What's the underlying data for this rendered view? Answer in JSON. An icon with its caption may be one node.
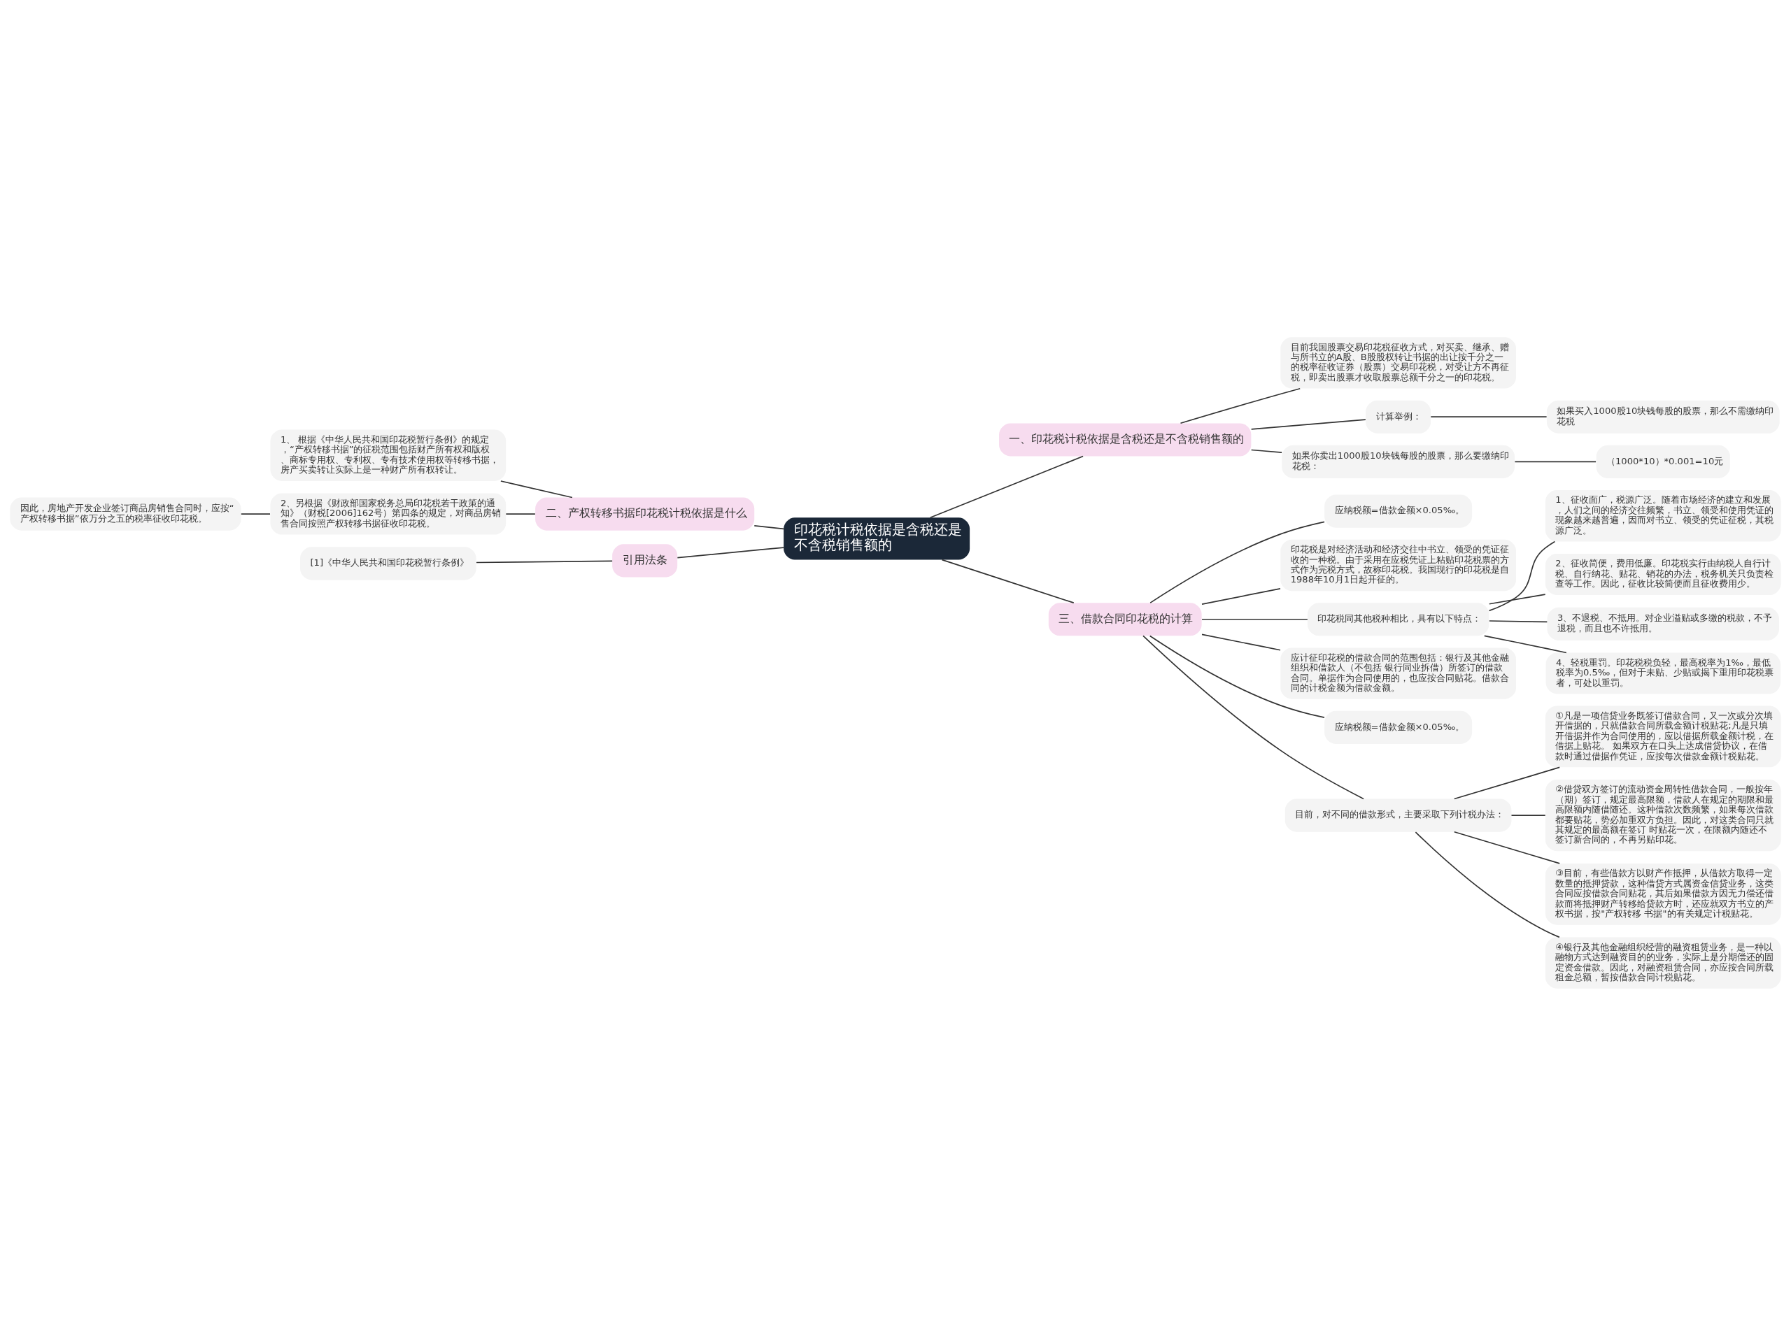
{
  "diagram": {
    "nodes": [
      {
        "text": [
          "印花税计税依据是含税还是不含税销售额的"
        ]
      },
      {
        "text": [
          "一、印花税计税依据是含税还是不含税销售额的"
        ]
      },
      {
        "text": [
          "目前我国股票交易印花税征收方式，对买卖、继承、赠与所书立的A股、B股股权转让书据的出让按千分之一的税率征收证券（股票）交易印花税，对受让方不再征税，即卖出股票才收取股票总额千分之一的印花税。"
        ]
      },
      {
        "text": [
          "计算举例："
        ]
      },
      {
        "text": [
          "如果买入1000股10块钱每股的股票，那么不需缴纳印花税"
        ]
      },
      {
        "text": [
          "如果你卖出1000股10块钱每股的股票，那么要缴纳印花税："
        ]
      },
      {
        "text": [
          "（1000*10）*0.001=10元"
        ]
      },
      {
        "text": [
          "二、产权转移书据印花税计税依据是什么"
        ]
      },
      {
        "text": [
          "1、 根据《中华人民共和国印花税暂行条例》的规定，“产权转移书据”的征税范围包括财产所有权和版权、商标专用权、专利权、专有技术使用权等转移书据，房产买卖转让实际上是一种财产所有权转让。"
        ]
      },
      {
        "text": [
          "2、另根据《财政部国家税务总局印花税若干政策的通知》（财税[2006]162号）第四条的规定，对商品房销售合同按照产权转移书据征收印花税。"
        ]
      },
      {
        "text": [
          "因此，房地产开发企业签订商品房销售合同时，应按“产权转移书据”依万分之五的税率征收印花税。"
        ]
      },
      {
        "text": [
          "引用法条"
        ]
      },
      {
        "text": [
          "[1]《中华人民共和国印花税暂行条例》"
        ]
      },
      {
        "text": [
          "三、借款合同印花税的计算"
        ]
      },
      {
        "text": [
          "应纳税额=借款金额×0.05‰。"
        ]
      },
      {
        "text": [
          "印花税是对经济活动和经济交往中书立、领受的凭证征收的一种税。由于采用在应税凭证上粘贴印花税票的方式作为完税方式，故称印花税。我国现行的印花税是自1988年10月1日起开征的。"
        ]
      },
      {
        "text": [
          "印花税同其他税种相比，具有以下特点："
        ]
      },
      {
        "text": [
          "1、征收面广，税源广泛。随着市场经济的建立和发展，人们之间的经济交往频繁，书立、领受和使用凭证的现象越来越普遍，因而对书立、领受的凭证征税，其税源广泛。"
        ]
      },
      {
        "text": [
          "2、征收简便，费用低廉。印花税实行由纳税人自行计税、自行纳花、贴花、销花的办法，税务机关只负责检查等工作。因此，征收比较简便而且征收费用少。"
        ]
      },
      {
        "text": [
          "3、不退税、不抵用。对企业溢贴或多缴的税款，不予退税，而且也不许抵用。"
        ]
      },
      {
        "text": [
          "4、轻税重罚。印花税税负轻，最高税率为1‰，最低税率为0.5‰，但对于未贴、少贴或揭下重用印花税票者，可处以重罚。"
        ]
      },
      {
        "text": [
          "应计征印花税的借款合同的范围包括：银行及其他金融组织和借款人（不包括 银行同业拆借）所签订的借款合同。单据作为合同使用的，也应按合同贴花。借款合同的计税金额为借款金额。"
        ]
      },
      {
        "text": [
          "应纳税额=借款金额×0.05‰。"
        ]
      },
      {
        "text": [
          "目前，对不同的借款形式，主要采取下列计税办法："
        ]
      },
      {
        "text": [
          "①凡是一项信贷业务既签订借款合同，又一次或分次填开借据的，只就借款合同所载金额计税贴花;凡是只填开借据并作为合同使用的，应以借据所载金额计税，在借据上贴花。 如果双方在口头上达成借贷协议，在借款时通过借据作凭证，应按每次借款金额计税贴花。"
        ]
      },
      {
        "text": [
          "②借贷双方签订的流动资金周转性借款合同，一般按年（期）签订，规定最高限额，借款人在规定的期限和最高限额内随借随还。这种借款次数频繁，如果每次借款都要贴花，势必加重双方负担。因此，对这类合同只就其规定的最高额在签订 时贴花一次，在限额内随还不签订新合同的，不再另贴印花。"
        ]
      },
      {
        "text": [
          "③目前，有些借款方以财产作抵押，从借款方取得一定数量的抵押贷款，这种借贷方式属资金信贷业务，这类合同应按借款合同贴花，其后如果借款方因无力偿还借款而将抵押财产转移给贷款方时，还应就双方书立的产权书据，按\"产权转移 书据\"的有关规定计税贴花。"
        ]
      },
      {
        "text": [
          "④银行及其他金融组织经营的融资租赁业务，是一种以融物方式达到融资目的的业务，实际上是分期偿还的固定资金借款。因此，对融资租赁合同，亦应按合同所载租金总额，暂按借款合同计税贴花。"
        ]
      }
    ],
    "edges": [
      {
        "from": 0,
        "to": 1,
        "arrow": "none"
      },
      {
        "from": 1,
        "to": 2,
        "arrow": "none"
      },
      {
        "from": 1,
        "to": 3,
        "arrow": "none"
      },
      {
        "from": 3,
        "to": 4,
        "arrow": "none"
      },
      {
        "from": 1,
        "to": 5,
        "arrow": "none"
      },
      {
        "from": 5,
        "to": 6,
        "arrow": "none"
      },
      {
        "from": 0,
        "to": 7,
        "arrow": "none"
      },
      {
        "from": 7,
        "to": 8,
        "arrow": "none"
      },
      {
        "from": 7,
        "to": 9,
        "arrow": "none"
      },
      {
        "from": 9,
        "to": 10,
        "arrow": "none"
      },
      {
        "from": 0,
        "to": 11,
        "arrow": "none"
      },
      {
        "from": 11,
        "to": 12,
        "arrow": "none"
      },
      {
        "from": 0,
        "to": 13,
        "arrow": "none"
      },
      {
        "from": 13,
        "to": 14,
        "arrow": "none"
      },
      {
        "from": 13,
        "to": 15,
        "arrow": "none"
      },
      {
        "from": 13,
        "to": 16,
        "arrow": "none"
      },
      {
        "from": 16,
        "to": 17,
        "arrow": "none"
      },
      {
        "from": 16,
        "to": 18,
        "arrow": "none"
      },
      {
        "from": 16,
        "to": 19,
        "arrow": "none"
      },
      {
        "from": 16,
        "to": 20,
        "arrow": "none"
      },
      {
        "from": 13,
        "to": 21,
        "arrow": "none"
      },
      {
        "from": 13,
        "to": 22,
        "arrow": "none"
      },
      {
        "from": 13,
        "to": 23,
        "arrow": "none"
      },
      {
        "from": 23,
        "to": 24,
        "arrow": "none"
      },
      {
        "from": 23,
        "to": 25,
        "arrow": "none"
      },
      {
        "from": 23,
        "to": 26,
        "arrow": "none"
      },
      {
        "from": 23,
        "to": 27,
        "arrow": "none"
      }
    ]
  }
}
